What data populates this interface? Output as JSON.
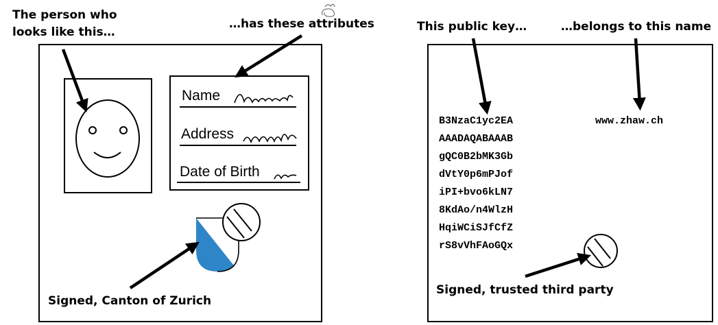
{
  "left": {
    "label_person_line1": "The person who",
    "label_person_line2": "looks like this…",
    "label_attributes": "…has these attributes",
    "attributes": [
      "Name",
      "Address",
      "Date of Birth"
    ],
    "label_signed": "Signed, Canton of Zurich",
    "coat_of_arms_color": "#2e86c8"
  },
  "right": {
    "label_key": "This public key…",
    "label_name": "…belongs to this name",
    "key_lines": [
      "B3NzaC1yc2EA",
      "AAADAQABAAAB",
      "gQC0B2bMK3Gb",
      "dVtY0p6mPJof",
      "iPI+bvo6kLN7",
      "8KdAo/n4WlzH",
      "HqiWCiSJfCfZ",
      "rS8vVhFAoGQx"
    ],
    "domain": "www.zhaw.ch",
    "label_signed": "Signed, trusted third party"
  }
}
